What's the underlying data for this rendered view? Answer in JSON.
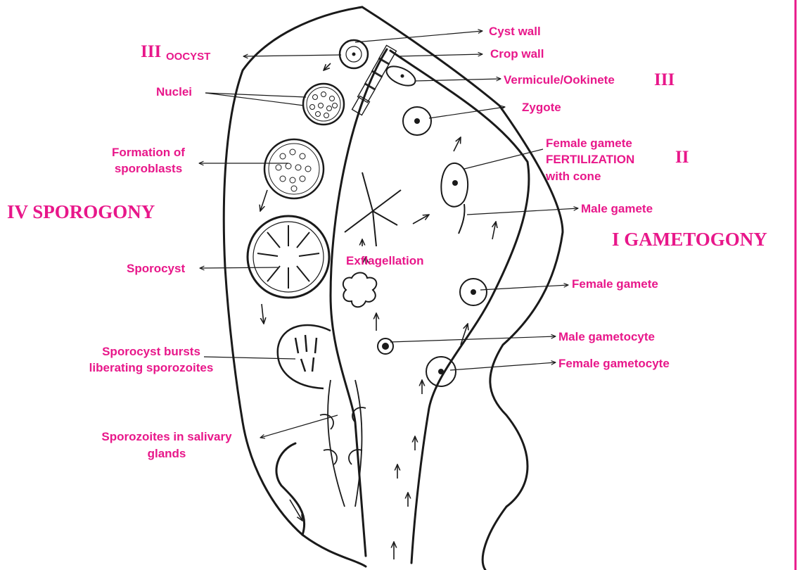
{
  "colors": {
    "label": "#E8178A",
    "ink": "#1a1a1a",
    "right_border": "#E8178A"
  },
  "stages": {
    "sporogony": "IV SPOROGONY",
    "gametogony": "I GAMETOGONY"
  },
  "roman": {
    "oocyst": "III",
    "ookinete": "III",
    "fertilization": "II"
  },
  "labels": {
    "cyst_wall": "Cyst wall",
    "oocyst": "OOCYST",
    "crop_wall": "Crop wall",
    "vermicule": "Vermicule/Ookinete",
    "nuclei": "Nuclei",
    "zygote": "Zygote",
    "formation_1": "Formation of",
    "formation_2": "sporoblasts",
    "female_gamete_cone_1": "Female gamete",
    "female_gamete_cone_2": "FERTILIZATION",
    "female_gamete_cone_3": "with cone",
    "male_gamete": "Male gamete",
    "sporocyst": "Sporocyst",
    "exflagellation": "Exflagellation",
    "female_gamete": "Female gamete",
    "male_gametocyte": "Male gametocyte",
    "bursts_1": "Sporocyst bursts",
    "bursts_2": "liberating sporozoites",
    "female_gametocyte": "Female gametocyte",
    "salivary_1": "Sporozoites in salivary",
    "salivary_2": "glands"
  }
}
